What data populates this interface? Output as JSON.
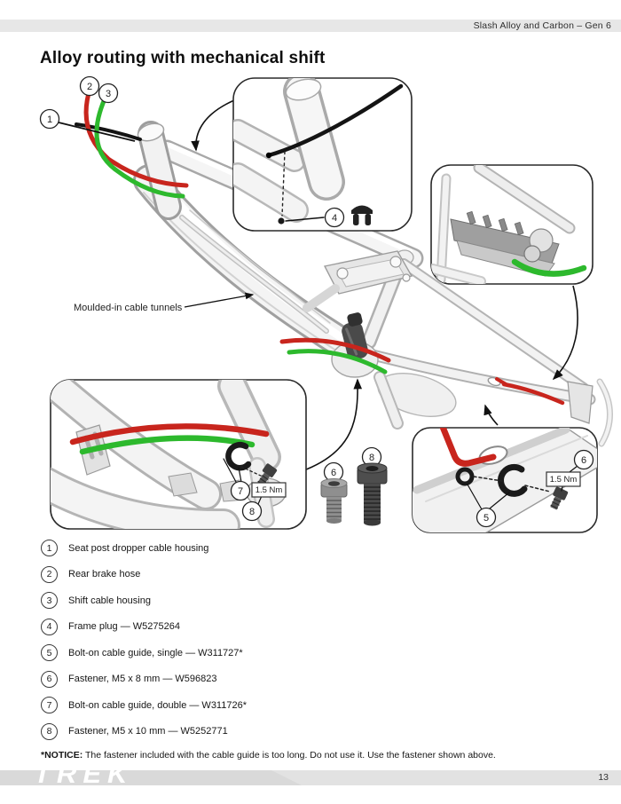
{
  "header": {
    "doc_title": "Slash Alloy and Carbon – Gen 6"
  },
  "page": {
    "title": "Alloy routing with mechanical shift"
  },
  "diagram": {
    "tunnel_label": "Moulded-in cable tunnels",
    "torque": "1.5 Nm",
    "callouts": {
      "n1": "1",
      "n2": "2",
      "n3": "3",
      "n4": "4",
      "n5": "5",
      "n6": "6",
      "n7": "7",
      "n8": "8"
    }
  },
  "legend": {
    "items": [
      {
        "num": "1",
        "label": "Seat post dropper cable housing"
      },
      {
        "num": "2",
        "label": "Rear brake hose"
      },
      {
        "num": "3",
        "label": "Shift cable housing"
      },
      {
        "num": "4",
        "label": "Frame plug — W5275264"
      },
      {
        "num": "5",
        "label": "Bolt-on cable guide, single — W311727*"
      },
      {
        "num": "6",
        "label": "Fastener, M5 x 8 mm — W596823"
      },
      {
        "num": "7",
        "label": "Bolt-on cable guide, double — W311726*"
      },
      {
        "num": "8",
        "label": "Fastener, M5 x 10 mm — W5252771"
      }
    ]
  },
  "notice": {
    "prefix": "*NOTICE:",
    "body": " The fastener included with the cable guide is too long. Do not use it. Use the fastener shown above."
  },
  "footer": {
    "page_number": "13",
    "brand": "TREK"
  },
  "colors": {
    "brake": "#c8251d",
    "shift": "#2db92d",
    "dropper": "#141414"
  }
}
